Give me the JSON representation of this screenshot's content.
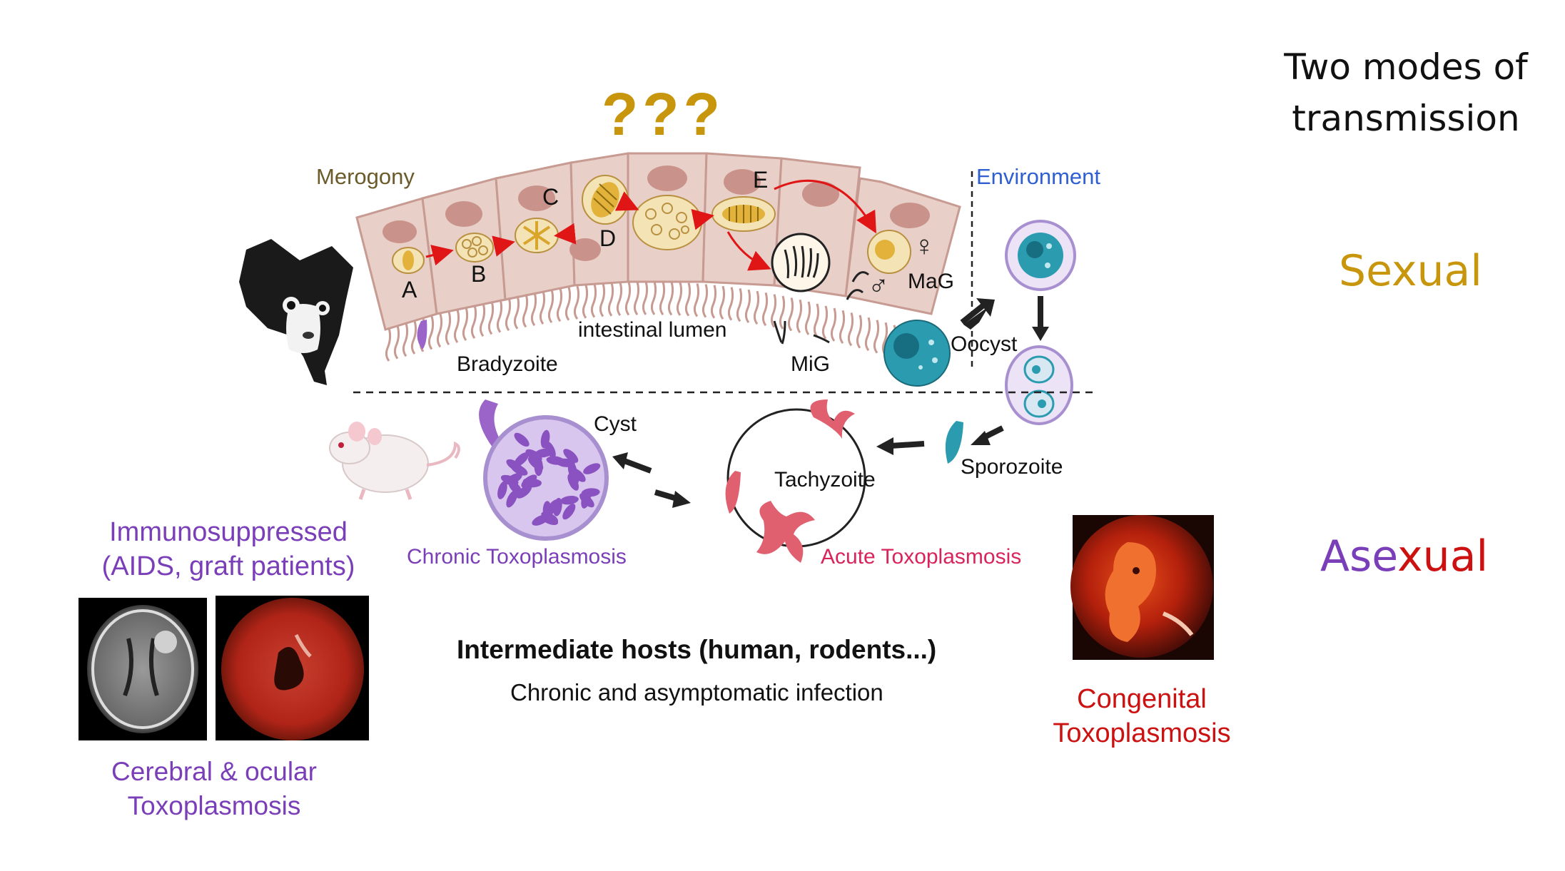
{
  "title_line1": "Two modes of",
  "title_line2": "transmission",
  "question_marks": "???",
  "modes": {
    "sexual": "Sexual",
    "asexual_part1": "Ase",
    "asexual_part2": "xual"
  },
  "labels": {
    "merogony": "Merogony",
    "environment": "Environment",
    "stage_a": "A",
    "stage_b": "B",
    "stage_c": "C",
    "stage_d": "D",
    "stage_e": "E",
    "intestinal_lumen": "intestinal lumen",
    "bradyzoite": "Bradyzoite",
    "mig": "MiG",
    "mag": "MaG",
    "oocyst": "Oocyst",
    "cyst": "Cyst",
    "tachyzoite": "Tachyzoite",
    "sporozoite": "Sporozoite",
    "chronic": "Chronic Toxoplasmosis",
    "acute": "Acute Toxoplasmosis",
    "female_symbol": "♀",
    "male_symbol": "♂"
  },
  "immuno_line1": "Immunosuppressed",
  "immuno_line2": "(AIDS, graft patients)",
  "cerebral_line1": "Cerebral & ocular",
  "cerebral_line2": "Toxoplasmosis",
  "congenital_line1": "Congenital",
  "congenital_line2": "Toxoplasmosis",
  "hosts_heading": "Intermediate hosts (human, rodents...)",
  "hosts_sub": "Chronic and asymptomatic infection",
  "colors": {
    "gold": "#c8960c",
    "purple": "#7a3fb8",
    "red": "#cc1111",
    "pink": "#d8245a",
    "blue": "#2f5fd0",
    "cell": "#e8cfc8",
    "oocyst": "#2b9bb0"
  }
}
